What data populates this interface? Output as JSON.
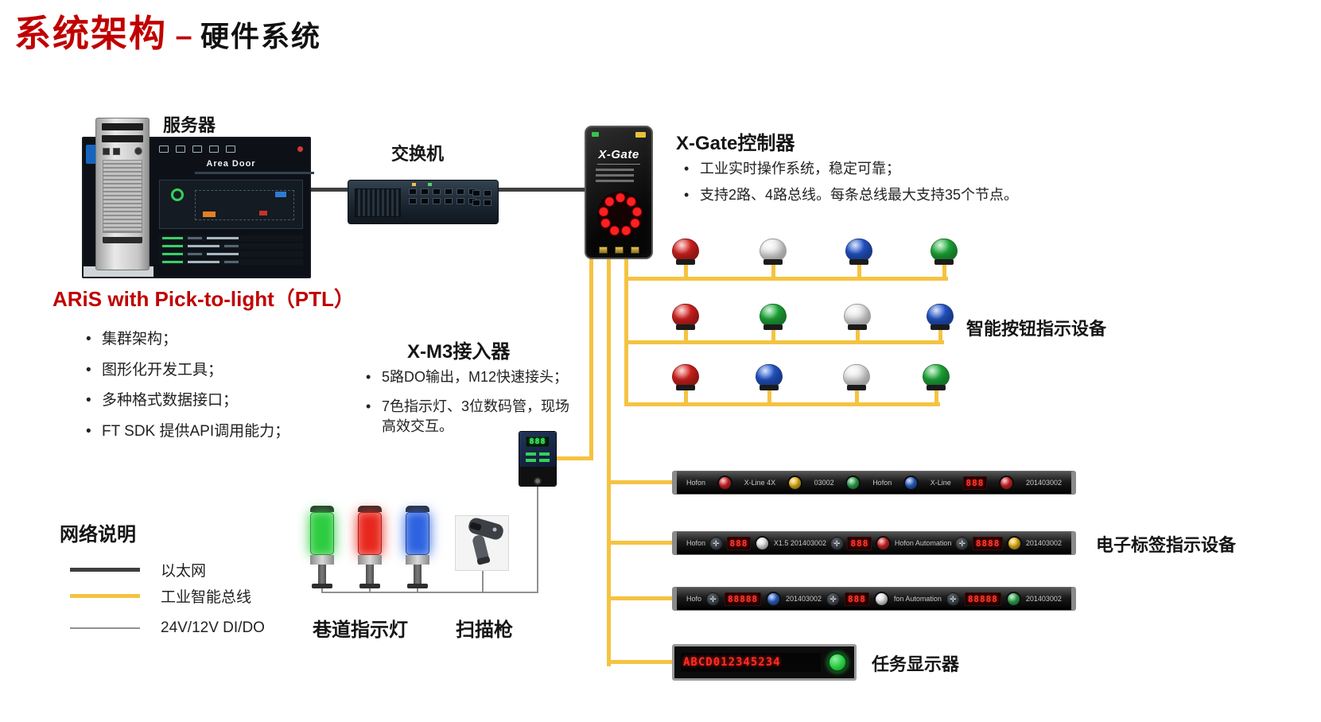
{
  "colors": {
    "accent_red": "#C00000",
    "bus_yellow": "#F5C342",
    "ethernet_gray": "#3F3F3F",
    "dio_gray": "#909090"
  },
  "title": {
    "main": "系统架构",
    "dash": "–",
    "sub": "硬件系统"
  },
  "server": {
    "label": "服务器",
    "screen_title": "Area Door",
    "aris_heading": "ARiS with Pick-to-light（PTL）",
    "bullets": [
      "集群架构；",
      "图形化开发工具；",
      "多种格式数据接口；",
      "FT SDK 提供API调用能力；"
    ]
  },
  "switch": {
    "label": "交换机"
  },
  "xgate": {
    "label": "X-Gate控制器",
    "device_name": "X-Gate",
    "bullets": [
      "工业实时操作系统，稳定可靠；",
      "支持2路、4路总线。每条总线最大支持35个节点。"
    ]
  },
  "xm3": {
    "label": "X-M3接入器",
    "display": "888",
    "bullets": [
      "5路DO输出，M12快速接头；",
      "7色指示灯、3位数码管，现场高效交互。"
    ]
  },
  "smart_buttons": {
    "label": "智能按钮指示设备",
    "palette": {
      "red": "#D8231F",
      "white": "#EDEDED",
      "blue": "#2457CE",
      "green": "#1FAF3C"
    },
    "rows": [
      [
        "red",
        "white",
        "blue",
        "green"
      ],
      [
        "red",
        "green",
        "white",
        "blue"
      ],
      [
        "red",
        "blue",
        "white",
        "green"
      ]
    ]
  },
  "elabels": {
    "label": "电子标签指示设备",
    "bars": [
      {
        "segments": [
          {
            "t": "text",
            "v": "Hofon"
          },
          {
            "t": "btn",
            "c": "#D2242A"
          },
          {
            "t": "text",
            "v": "X-Line 4X"
          },
          {
            "t": "btn",
            "c": "#E8B519"
          },
          {
            "t": "text",
            "v": "03002"
          },
          {
            "t": "btn",
            "c": "#2FA84F"
          },
          {
            "t": "text",
            "v": "Hofon"
          },
          {
            "t": "btn",
            "c": "#2B62C9"
          },
          {
            "t": "text",
            "v": "X-Line"
          },
          {
            "t": "led",
            "v": "888"
          },
          {
            "t": "btn",
            "c": "#D2242A"
          },
          {
            "t": "text",
            "v": "201403002"
          }
        ]
      },
      {
        "segments": [
          {
            "t": "text",
            "v": "Hofon"
          },
          {
            "t": "dpad"
          },
          {
            "t": "led",
            "v": "888"
          },
          {
            "t": "btn",
            "c": "#E8E8E8"
          },
          {
            "t": "text",
            "v": "X1.5  201403002"
          },
          {
            "t": "dpad"
          },
          {
            "t": "led",
            "v": "888"
          },
          {
            "t": "btn",
            "c": "#D2242A"
          },
          {
            "t": "text",
            "v": "Hofon Automation"
          },
          {
            "t": "dpad"
          },
          {
            "t": "led",
            "v": "8888"
          },
          {
            "t": "btn",
            "c": "#E8B519"
          },
          {
            "t": "text",
            "v": "201403002"
          }
        ]
      },
      {
        "segments": [
          {
            "t": "text",
            "v": "Hofo"
          },
          {
            "t": "dpad"
          },
          {
            "t": "led",
            "v": "88888"
          },
          {
            "t": "btn",
            "c": "#2B62C9"
          },
          {
            "t": "text",
            "v": "201403002"
          },
          {
            "t": "dpad"
          },
          {
            "t": "led",
            "v": "888"
          },
          {
            "t": "btn",
            "c": "#E8E8E8"
          },
          {
            "t": "text",
            "v": "fon Automation"
          },
          {
            "t": "dpad"
          },
          {
            "t": "led",
            "v": "88888"
          },
          {
            "t": "btn",
            "c": "#2FA84F"
          },
          {
            "t": "text",
            "v": "201403002"
          }
        ]
      }
    ]
  },
  "task_display": {
    "label": "任务显示器",
    "text": "ABCD012345234"
  },
  "aisle_lights": {
    "label": "巷道指示灯",
    "colors": [
      "#2ECC40",
      "#E8281E",
      "#2D63E0"
    ]
  },
  "scanner": {
    "label": "扫描枪"
  },
  "legend": {
    "title": "网络说明",
    "items": [
      {
        "label": "以太网",
        "type": "ethernet"
      },
      {
        "label": "工业智能总线",
        "type": "bus"
      },
      {
        "label": "24V/12V DI/DO",
        "type": "dio"
      }
    ]
  }
}
